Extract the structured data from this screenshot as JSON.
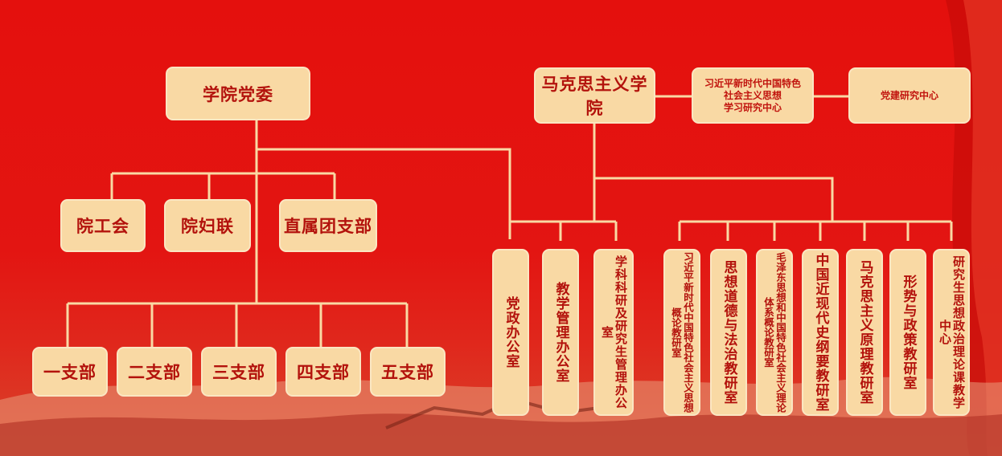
{
  "left": {
    "root": "学院党委",
    "level2": [
      "院工会",
      "院妇联",
      "直属团支部"
    ],
    "branches": [
      "一支部",
      "二支部",
      "三支部",
      "四支部",
      "五支部"
    ]
  },
  "right": {
    "root": "马克思主义学院",
    "centers": [
      "习近平新时代中国特色\n社会主义思想\n学习研究中心",
      "党建研究中心"
    ],
    "offices": [
      "党政办公室",
      "教学管理办公室",
      "学科科研及研究生管理办公室"
    ],
    "research_rooms": [
      "习近平新时代中国特色社会主义思想概论教研室",
      "思想道德与法治教研室",
      "毛泽东思想和中国特色社会主义理论体系概论教研室",
      "中国近现代史纲要教研室",
      "马克思主义原理教研室",
      "形势与政策教研室",
      "研究生思想政治理论课教学中心"
    ]
  },
  "colors": {
    "background": "#e4100d",
    "box": "#f9d9a4",
    "line": "#f9d9a4",
    "text": "#b3120c"
  }
}
